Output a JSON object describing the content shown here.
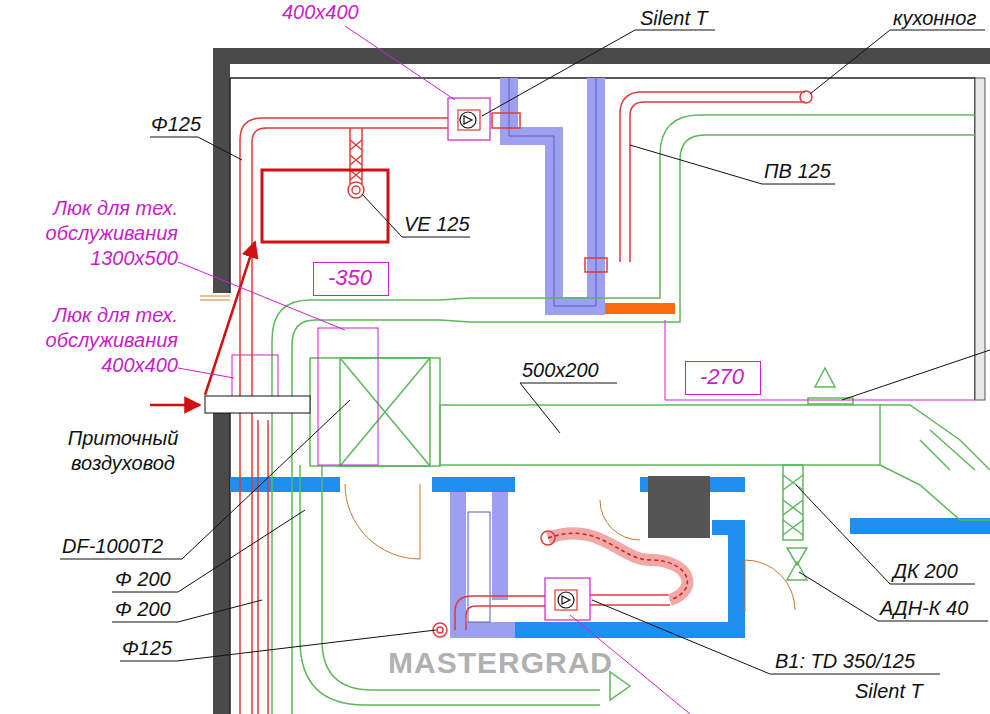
{
  "diagram": {
    "nodes": [
      {
        "text": [
          "-350"
        ]
      },
      {
        "text": [
          "-270"
        ]
      }
    ],
    "labels": [
      "400x400",
      "Silent T",
      "кухонног",
      "Φ125",
      "VE 125",
      "ПВ 125",
      "Люк для тех. обслуживания 1300x500",
      "Люк для тех. обслуживания 400x400",
      "500x200",
      "Приточный воздуховод",
      "DF-1000T2",
      "Φ 200",
      "Φ 200",
      "Φ125",
      "ДК 200",
      "АДН-К 40",
      "В1: TD 350/125",
      "Silent T",
      "MASTERGRAD"
    ]
  }
}
